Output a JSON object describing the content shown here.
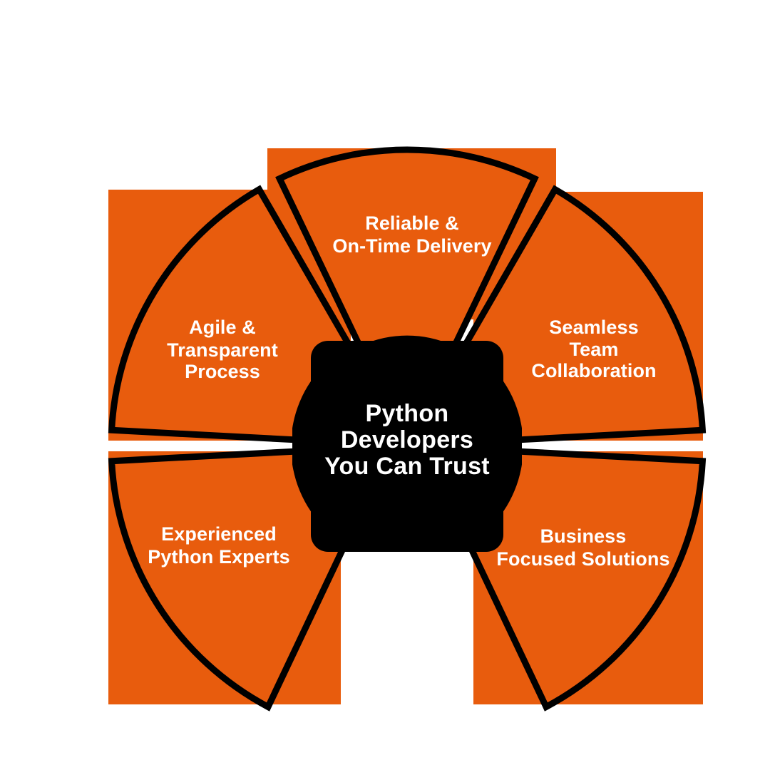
{
  "diagram": {
    "title": "Python Developers You Can Trust",
    "type": "donut-sector-infographic",
    "colors": {
      "accent_orange": "#E85C0D",
      "outline_black": "#000000",
      "hub_fill": "#000000",
      "label_text": "#FFFFFF",
      "background": "#FFFFFF"
    },
    "hub": {
      "name": "center-hub",
      "lines": [
        "Python",
        "Developers",
        "You Can Trust"
      ]
    },
    "segments": [
      {
        "id": "reliable-on-time-delivery",
        "position": "top",
        "lines": [
          "Reliable &",
          "On-Time Delivery"
        ]
      },
      {
        "id": "agile-transparent-process",
        "position": "top-left",
        "lines": [
          "Agile &",
          "Transparent",
          "Process"
        ]
      },
      {
        "id": "seamless-team-collaboration",
        "position": "top-right",
        "lines": [
          "Seamless",
          "Team",
          "Collaboration"
        ]
      },
      {
        "id": "experienced-python-experts",
        "position": "bottom-left",
        "lines": [
          "Experienced",
          "Python Experts"
        ]
      },
      {
        "id": "business-focused-solutions",
        "position": "bottom-right",
        "lines": [
          "Business",
          "Focused Solutions"
        ]
      }
    ]
  },
  "chart_data": {
    "type": "pie",
    "title": "Python Developers You Can Trust",
    "categories": [
      "Agile & Transparent Process",
      "Reliable & On-Time Delivery",
      "Seamless Team Collaboration",
      "Business Focused Solutions",
      "Experienced Python Experts"
    ],
    "values": [
      20,
      20,
      20,
      20,
      20
    ],
    "legend": "none",
    "grid": false
  }
}
